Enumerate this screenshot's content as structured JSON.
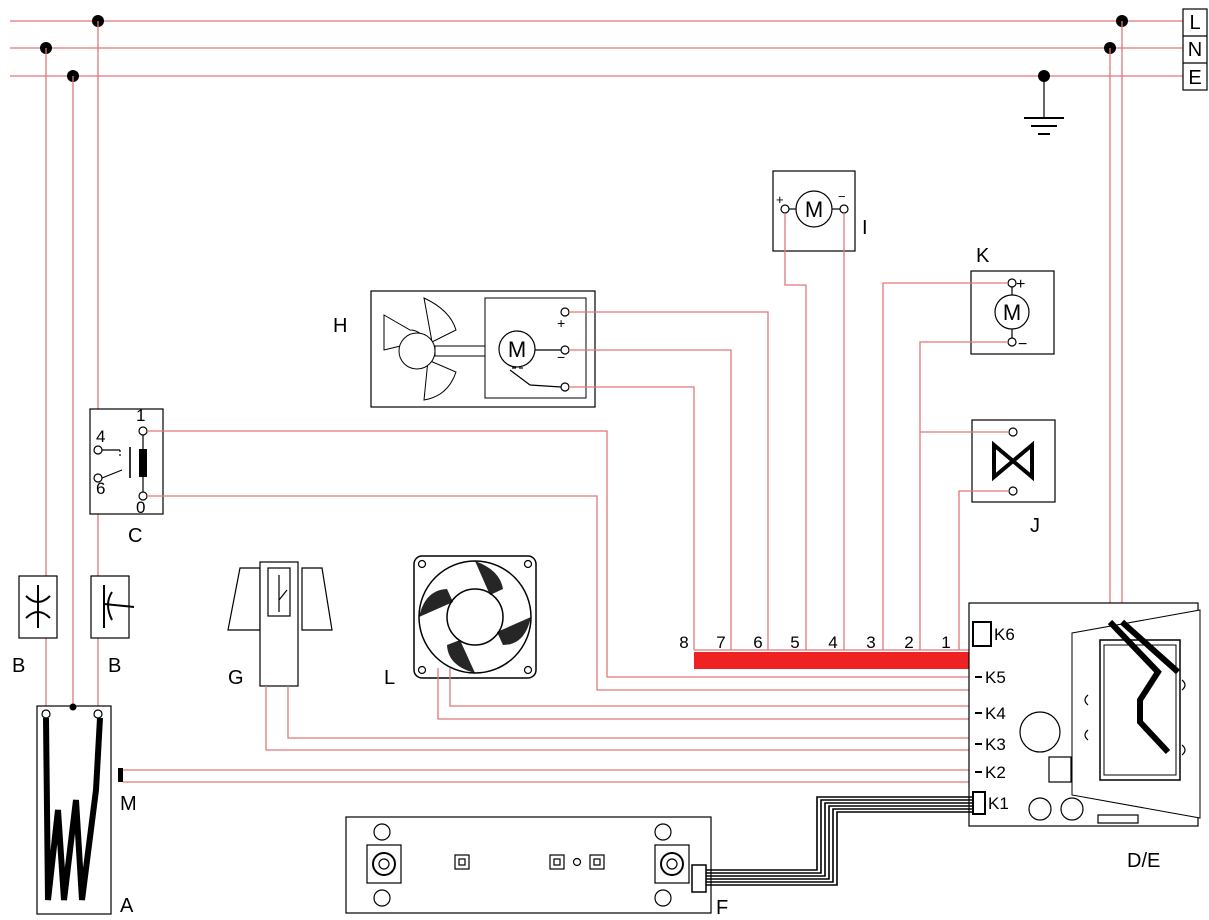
{
  "colors": {
    "wire": "#e07878",
    "harness": "#ee2222",
    "line": "#000000",
    "background": "#ffffff"
  },
  "supply": {
    "line": "L",
    "neutral": "N",
    "earth": "E"
  },
  "components": {
    "a": "A",
    "b": "B",
    "c": "C",
    "de": "D/E",
    "f": "F",
    "g": "G",
    "h": "H",
    "i": "I",
    "j": "J",
    "k": "K",
    "l": "L",
    "m": "M"
  },
  "motors": {
    "symbol": "M",
    "plus": "+",
    "minus": "−"
  },
  "relay_c_pins": [
    "1",
    "4",
    "6",
    "0"
  ],
  "harness_pins": [
    "8",
    "7",
    "6",
    "5",
    "4",
    "3",
    "2",
    "1"
  ],
  "board_connectors": [
    "K6",
    "K5",
    "K4",
    "K3",
    "K2",
    "K1"
  ]
}
